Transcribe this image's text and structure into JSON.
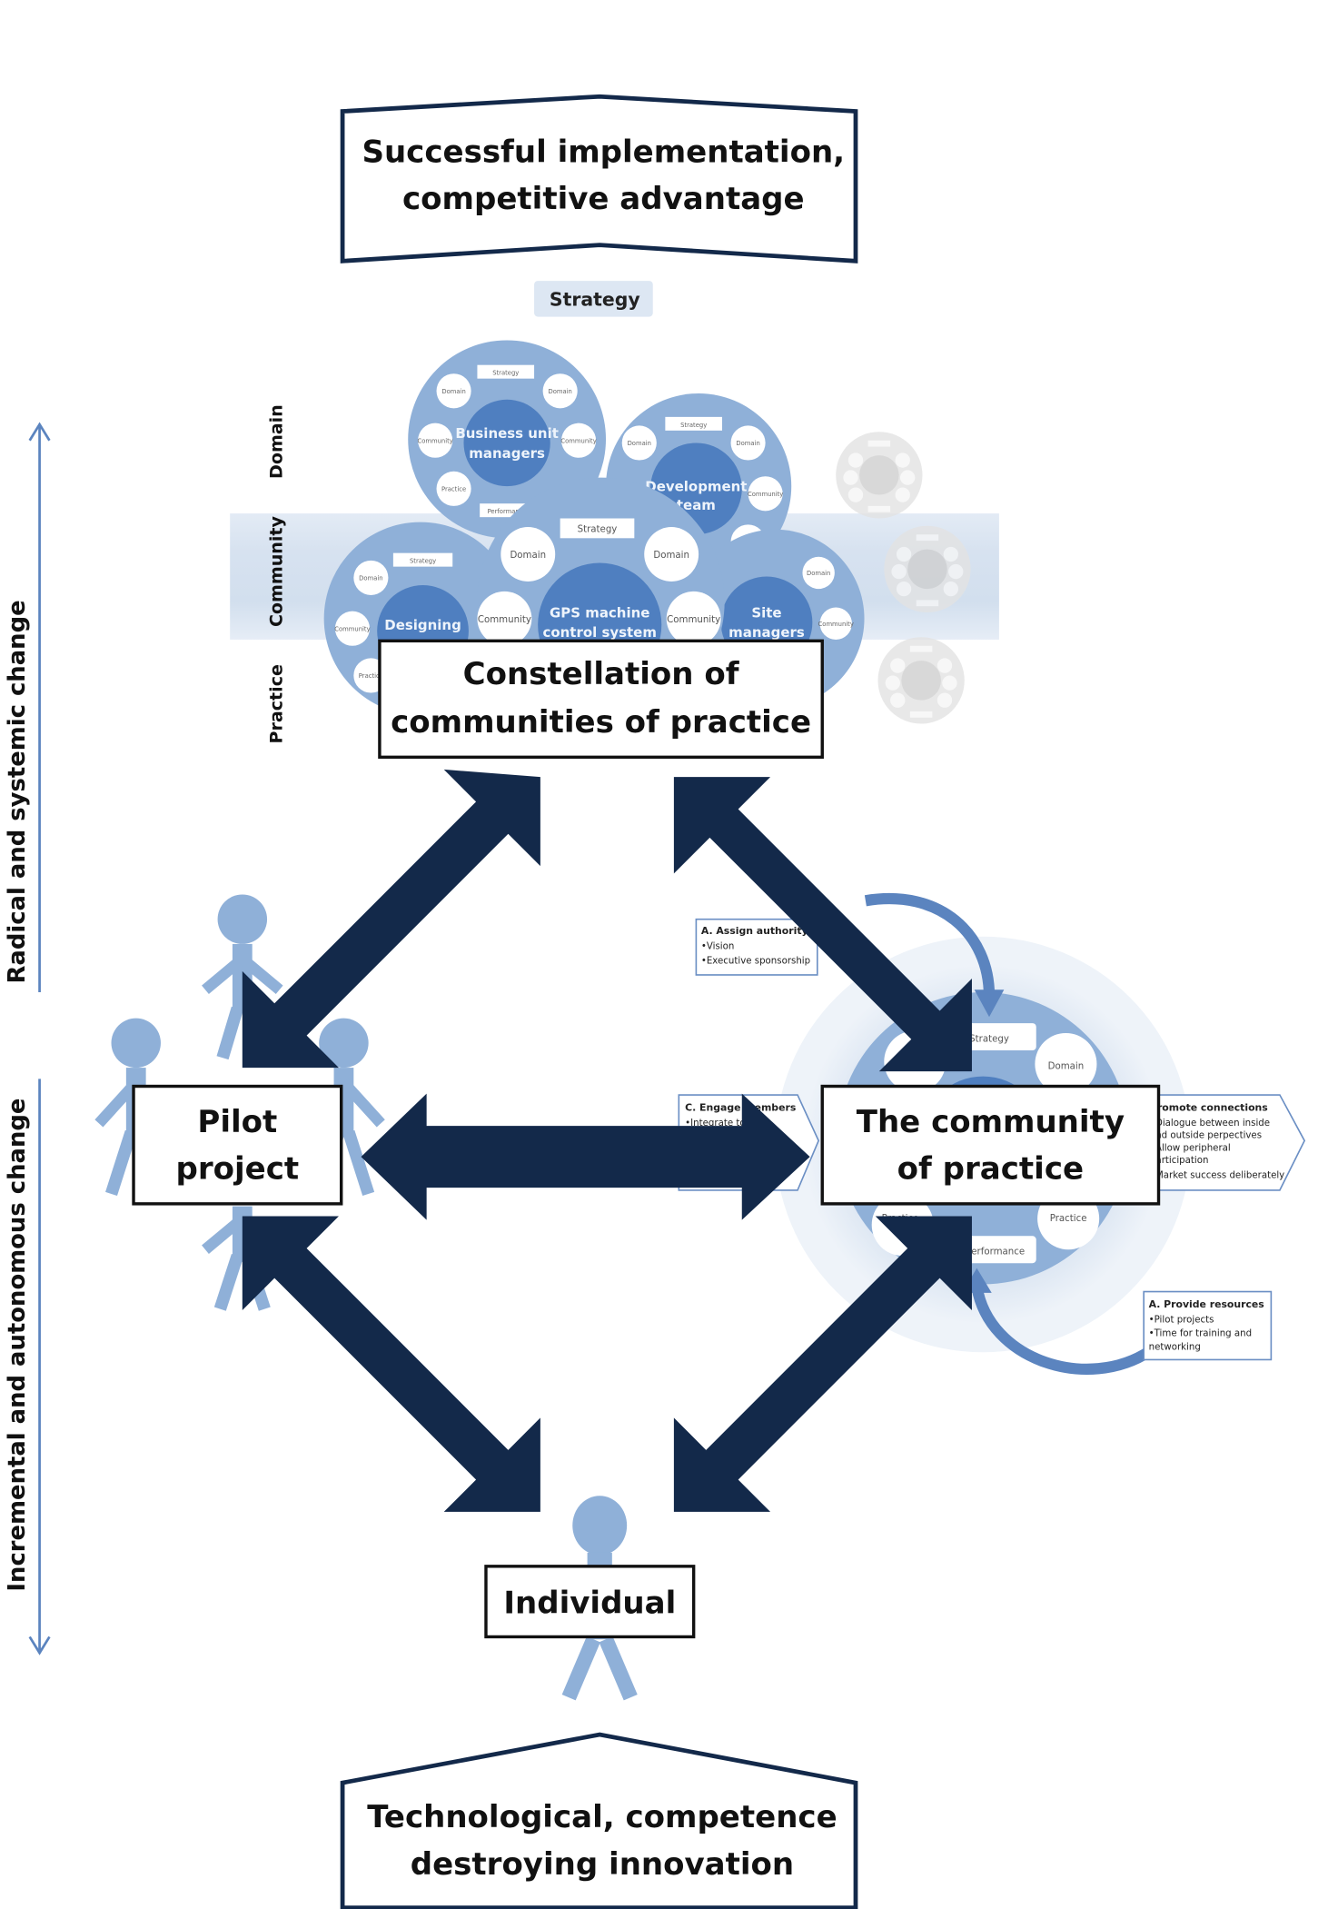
{
  "diagram": {
    "top_outcome": {
      "line1": "Successful implementation,",
      "line2": "competitive advantage"
    },
    "bottom_driver": {
      "line1": "Technological, competence",
      "line2": "destroying innovation"
    },
    "strategy_tag": "Strategy",
    "axis": {
      "upper_label": "Radical and systemic change",
      "lower_label": "Incremental and autonomous change"
    },
    "layers": {
      "domain": "Domain",
      "community": "Community",
      "practice": "Practice"
    },
    "constellation": {
      "line1": "Constellation of",
      "line2": "communities of practice",
      "bubbles": [
        {
          "name_l1": "Business unit",
          "name_l2": "managers"
        },
        {
          "name_l1": "Development",
          "name_l2": "team"
        },
        {
          "name_l1": "Designing",
          "name_l2": ""
        },
        {
          "name_l1": "GPS machine",
          "name_l2": "control system"
        },
        {
          "name_l1": "Site",
          "name_l2": "managers"
        }
      ],
      "satellite_labels": {
        "strategy": "Strategy",
        "domain": "Domain",
        "community": "Community",
        "practice": "Practice",
        "performance": "Performance"
      }
    },
    "pilot_project": {
      "line1": "Pilot",
      "line2": "project"
    },
    "community_of_practice": {
      "line1": "The community",
      "line2": "of practice",
      "ring_labels": {
        "strategy": "Strategy",
        "domain": "Domain",
        "practice_left": "Practice",
        "practice_right": "Practice",
        "performance": "Performance"
      }
    },
    "individual": "Individual",
    "notes": {
      "assign_authority": {
        "title": "A. Assign authority",
        "bullets": [
          "•Vision",
          "•Executive sponsorship"
        ]
      },
      "engage_members": {
        "title": "C. Engage members",
        "bullets": [
          "•Integrate to"
        ]
      },
      "promote_connections": {
        "title": "Promote connections",
        "bullets": [
          "•Dialogue between inside",
          "and outside perpectives",
          "•Allow peripheral",
          "participation",
          "•Market success deliberately"
        ]
      },
      "provide_resources": {
        "title": "A. Provide resources",
        "bullets": [
          "•Pilot projects",
          "•Time for training and",
          "networking"
        ]
      }
    }
  }
}
